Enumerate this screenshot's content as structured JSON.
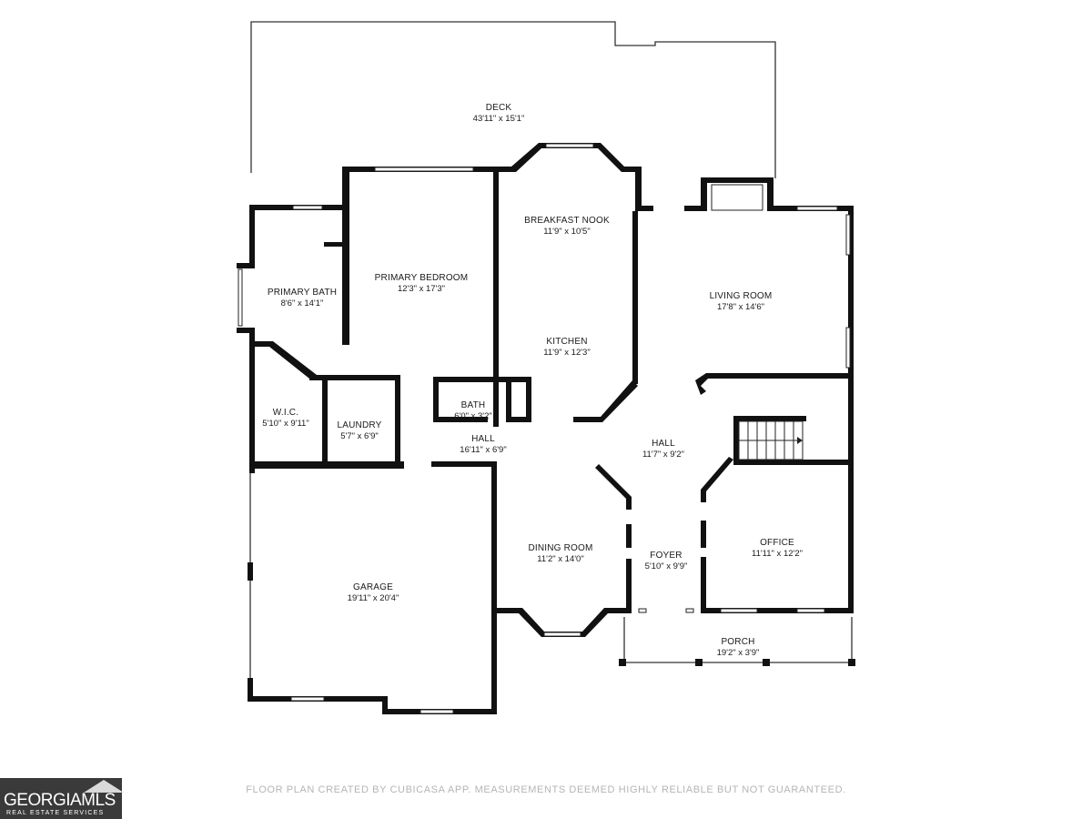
{
  "rooms": [
    {
      "name": "DECK",
      "dims": "43'11\" x 15'1\""
    },
    {
      "name": "BREAKFAST NOOK",
      "dims": "11'9\" x 10'5\""
    },
    {
      "name": "PRIMARY BEDROOM",
      "dims": "12'3\" x 17'3\""
    },
    {
      "name": "PRIMARY BATH",
      "dims": "8'6\" x 14'1\""
    },
    {
      "name": "LIVING ROOM",
      "dims": "17'8\" x 14'6\""
    },
    {
      "name": "KITCHEN",
      "dims": "11'9\" x 12'3\""
    },
    {
      "name": "BATH",
      "dims": "6'0\" x 3'2\""
    },
    {
      "name": "W.I.C.",
      "dims": "5'10\" x 9'11\""
    },
    {
      "name": "LAUNDRY",
      "dims": "5'7\" x 6'9\""
    },
    {
      "name": "HALL",
      "dims": "16'11\" x 6'9\""
    },
    {
      "name": "HALL",
      "dims": "11'7\" x 9'2\""
    },
    {
      "name": "DINING ROOM",
      "dims": "11'2\" x 14'0\""
    },
    {
      "name": "FOYER",
      "dims": "5'10\" x 9'9\""
    },
    {
      "name": "OFFICE",
      "dims": "11'11\" x 12'2\""
    },
    {
      "name": "GARAGE",
      "dims": "19'11\" x 20'4\""
    },
    {
      "name": "PORCH",
      "dims": "19'2\" x 3'9\""
    }
  ],
  "footer": "FLOOR PLAN CREATED BY CUBICASA APP. MEASUREMENTS DEEMED HIGHLY RELIABLE BUT NOT GUARANTEED.",
  "logo": {
    "main": "GEORGIAMLS",
    "sub": "REAL ESTATE SERVICES"
  }
}
